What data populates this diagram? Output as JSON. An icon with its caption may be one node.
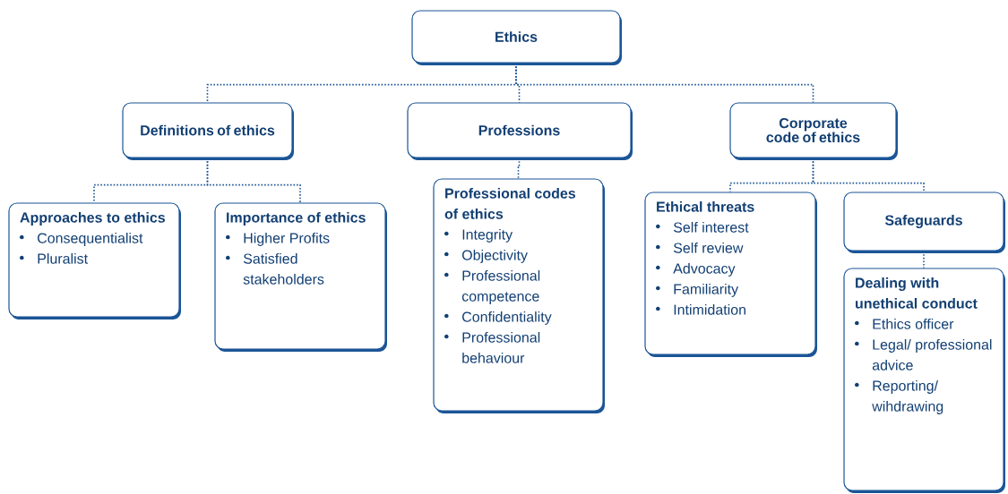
{
  "diagram": {
    "nodes": [
      {
        "text": [
          "Ethics"
        ]
      },
      {
        "text": [
          "Definitions of ethics"
        ]
      },
      {
        "text": [
          "Professions"
        ]
      },
      {
        "text": [
          "Corporate code of ethics"
        ]
      },
      {
        "text": [
          "Approaches to ethics",
          "Consequentialist",
          "Pluralist"
        ]
      },
      {
        "text": [
          "Importance of ethics",
          "Higher Profits",
          "Satisfied stakeholders"
        ]
      },
      {
        "text": [
          "Professional codes of ethics",
          "Integrity",
          "Objectivity",
          "Professional competence",
          "Confidentiality",
          "Professional behaviour"
        ]
      },
      {
        "text": [
          "Ethical threats",
          "Self interest",
          "Self review",
          "Advocacy",
          "Familiarity",
          "Intimidation"
        ]
      },
      {
        "text": [
          "Safeguards"
        ]
      },
      {
        "text": [
          "Dealing with unethical conduct",
          "Ethics officer",
          "Legal/ professional advice",
          "Reporting/ wihdrawing"
        ]
      }
    ],
    "edges": [
      {
        "from": 0,
        "to": 1,
        "arrow": "none"
      },
      {
        "from": 0,
        "to": 2,
        "arrow": "none"
      },
      {
        "from": 0,
        "to": 3,
        "arrow": "none"
      },
      {
        "from": 1,
        "to": 4,
        "arrow": "none"
      },
      {
        "from": 1,
        "to": 5,
        "arrow": "none"
      },
      {
        "from": 2,
        "to": 6,
        "arrow": "none"
      },
      {
        "from": 3,
        "to": 7,
        "arrow": "none"
      },
      {
        "from": 3,
        "to": 8,
        "arrow": "none"
      },
      {
        "from": 8,
        "to": 9,
        "arrow": "none"
      }
    ]
  }
}
